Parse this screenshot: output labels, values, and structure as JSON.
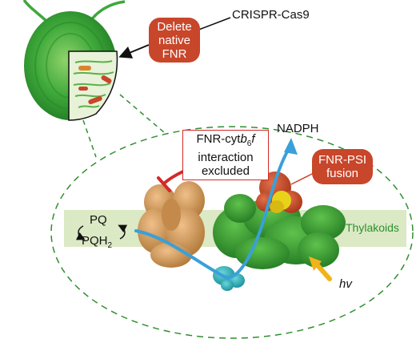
{
  "labels": {
    "crispr": "CRISPR-Cas9",
    "delete_line1": "Delete",
    "delete_line2": "native",
    "delete_line3": "FNR",
    "interaction_line1_pre": "FNR-cyt",
    "interaction_line1_b": "b",
    "interaction_line1_sub": "6",
    "interaction_line1_f": "f",
    "interaction_line2": "interaction",
    "interaction_line3": "excluded",
    "nadph": "NADPH",
    "fusion_line1": "FNR-PSI",
    "fusion_line2": "fusion",
    "thylakoids": "Thylakoids",
    "pq": "PQ",
    "pqh_main": "PQH",
    "pqh_sub": "2",
    "hv": "hv"
  },
  "colors": {
    "callout": "#c8462a",
    "inhibit": "#d42a2a",
    "flow_arrow": "#3aa0d8",
    "thylakoid_band": "#dbe9c4",
    "psi_green": "#2f9a2f",
    "cytb6f_tan": "#d9a066",
    "fnr_red": "#c8462a",
    "fnr_yellow": "#e8d21a",
    "ferredoxin_teal": "#2ab5bd",
    "light_arrow": "#f2b31a",
    "cell_green": "#3ea83a"
  }
}
